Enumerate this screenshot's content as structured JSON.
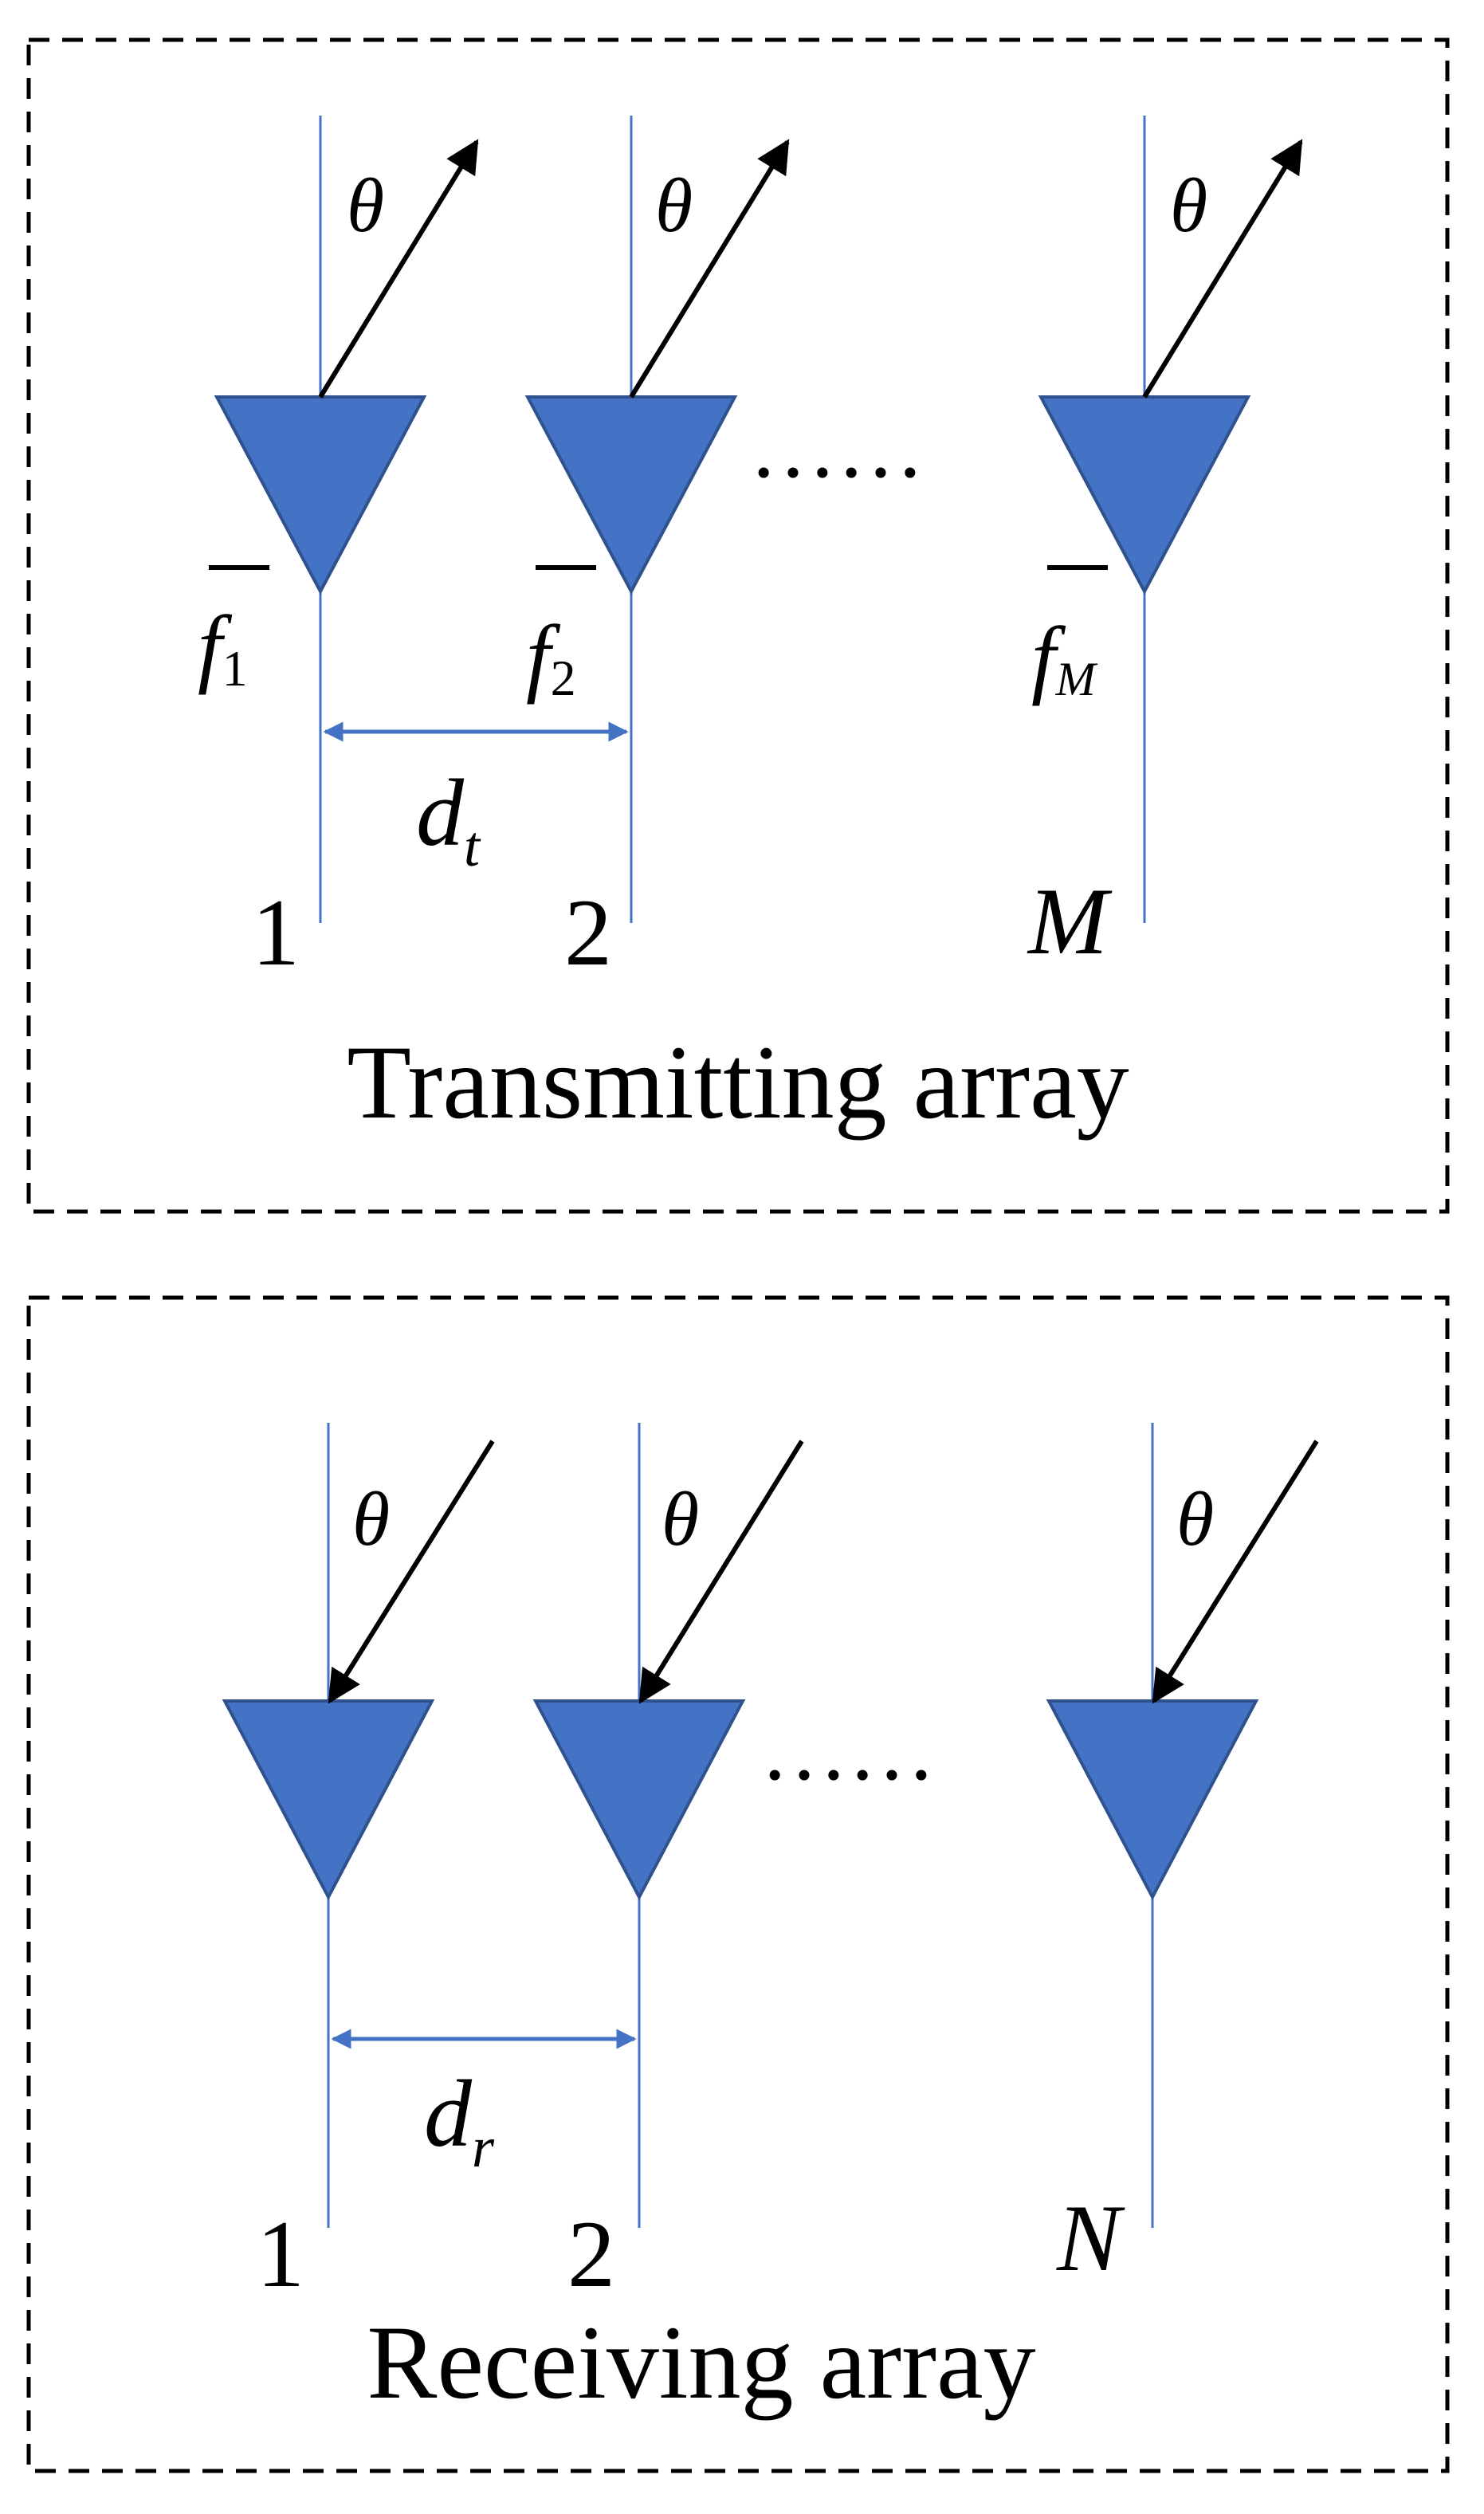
{
  "colors": {
    "antenna_fill": "#4472C4",
    "antenna_stroke": "#2F528F",
    "line": "#4472C4",
    "arrow": "#000000",
    "frame": "#000000",
    "text": "#000000"
  },
  "transmit": {
    "caption": "Transmitting array",
    "angle_symbol": "θ",
    "ellipsis": "……",
    "spacing_label": {
      "base": "d",
      "sub": "t"
    },
    "elements": [
      {
        "index_label": "1",
        "freq_base": "f",
        "freq_sub": "1"
      },
      {
        "index_label": "2",
        "freq_base": "f",
        "freq_sub": "2"
      },
      {
        "index_label": "M",
        "freq_base": "f",
        "freq_sub": "M"
      }
    ]
  },
  "receive": {
    "caption": "Receiving array",
    "angle_symbol": "θ",
    "ellipsis": "……",
    "spacing_label": {
      "base": "d",
      "sub": "r"
    },
    "elements": [
      {
        "index_label": "1"
      },
      {
        "index_label": "2"
      },
      {
        "index_label": "N"
      }
    ]
  }
}
